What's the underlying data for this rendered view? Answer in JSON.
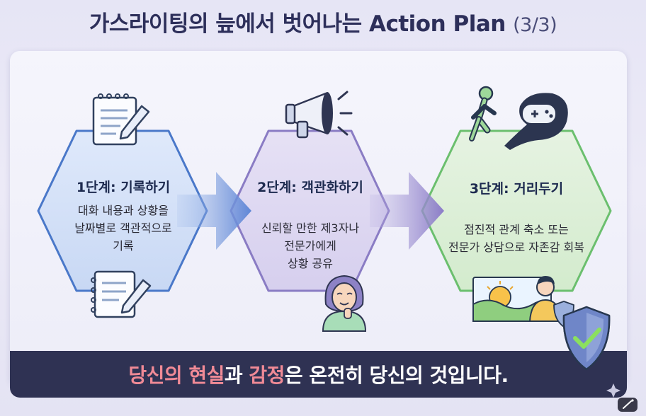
{
  "title": {
    "main": "가스라이팅의 늪에서 벗어나는 Action Plan",
    "sub": "(3/3)"
  },
  "steps": [
    {
      "title": "1단계: 기록하기",
      "desc_lines": [
        "대화 내용과 상황을",
        "날짜별로 객관적으로",
        "기록"
      ]
    },
    {
      "title": "2단계: 객관화하기",
      "desc_lines": [
        "신뢰할 만한 제3자나",
        "전문가에게",
        "상황 공유"
      ]
    },
    {
      "title": "3단계: 거리두기",
      "desc_lines": [
        "점진적 관계 축소 또는",
        "전문가 상담으로 자존감 회복"
      ]
    }
  ],
  "banner": {
    "highlight_1": "당신의 현실",
    "connector": "과 ",
    "highlight_2": "감정",
    "rest": "은 온전히 당신의 것입니다."
  },
  "colors": {
    "step1": "#4a78c9",
    "step2": "#8a7cc4",
    "step3": "#6bbf6e",
    "banner_bg": "#2f3253",
    "highlight": "#f08a96",
    "title": "#2d2f5a"
  }
}
